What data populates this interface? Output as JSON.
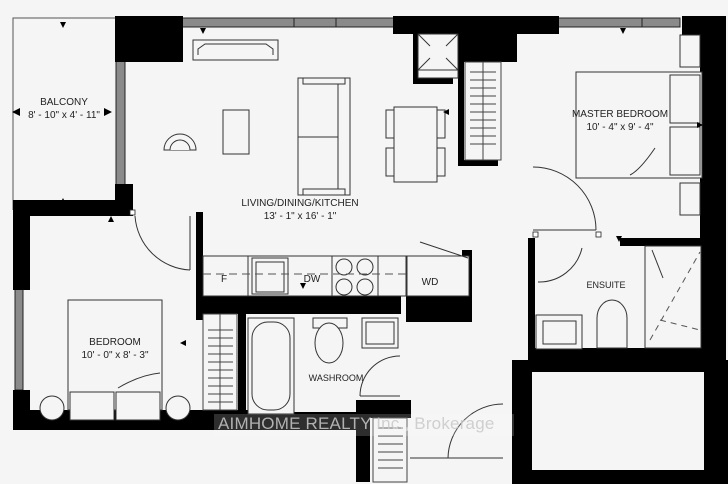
{
  "plan": {
    "rooms": [
      {
        "name": "BALCONY",
        "dims": "8' - 10\"  x  4' - 11\""
      },
      {
        "name": "LIVING/DINING/KITCHEN",
        "dims": "13' - 1\"  x  16' - 1\""
      },
      {
        "name": "MASTER BEDROOM",
        "dims": "10' - 4\"  x  9' - 4\""
      },
      {
        "name": "BEDROOM",
        "dims": "10' - 0\"  x  8' - 3\""
      },
      {
        "name": "ENSUITE",
        "dims": ""
      },
      {
        "name": "WASHROOM",
        "dims": ""
      }
    ],
    "appliances": {
      "fridge": "F",
      "dishwasher": "DW",
      "washer_dryer": "WD"
    },
    "watermark": "AIMHOME REALTY Inc., Brokerage",
    "colors": {
      "wall": "#000000",
      "background": "#f4f5f4",
      "window": "#8a8a8a",
      "line": "#333333"
    }
  }
}
